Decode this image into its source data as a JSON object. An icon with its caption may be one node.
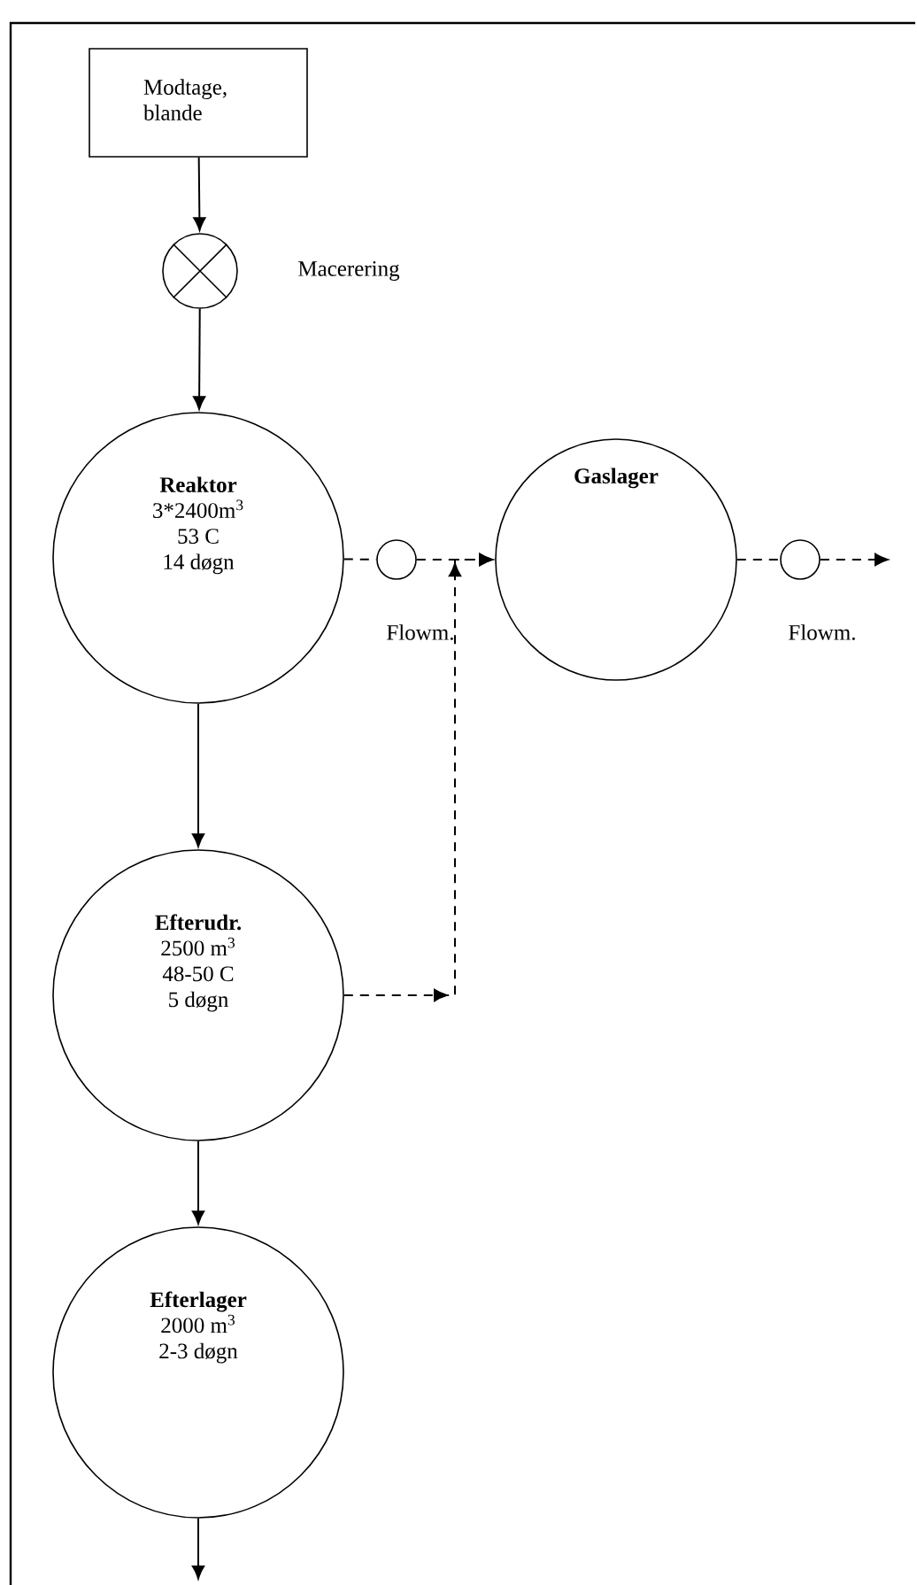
{
  "diagram": {
    "nodes": [
      {
        "text": [
          "Modtage, blande"
        ]
      },
      {
        "text": [],
        "shape": "circle",
        "beside": [
          "Macerering"
        ]
      },
      {
        "text": [
          "Reaktor",
          "3*2400m$^{3}$",
          "53 C",
          "14 døgn"
        ]
      },
      {
        "text": [
          "Gaslager"
        ]
      },
      {
        "text": [
          "Efterudr.",
          "2500 m$^{3}$",
          "48-50 C",
          "5 døgn"
        ]
      },
      {
        "text": [
          "Efterlager",
          "2000 m$^{3}$",
          "2-3 døgn"
        ]
      },
      {
        "text": [],
        "shape": "circle",
        "beside": [
          "Flowm."
        ]
      },
      {
        "text": [],
        "shape": "circle",
        "beside": [
          "Flowm."
        ]
      }
    ],
    "edges": [
      {
        "from": 0,
        "to": 1,
        "arrow": "to"
      },
      {
        "from": 1,
        "to": 2,
        "arrow": "to"
      },
      {
        "from": 2,
        "to": 6,
        "arrow": "none",
        "style": "dashed"
      },
      {
        "from": 6,
        "to": 3,
        "arrow": "to",
        "style": "dashed"
      },
      {
        "from": 3,
        "to": 7,
        "arrow": "none",
        "style": "dashed"
      },
      {
        "from": 7,
        "to": null,
        "arrow": "to",
        "style": "dashed"
      },
      {
        "from": 2,
        "to": 4,
        "arrow": "to"
      },
      {
        "from": 4,
        "to": 3,
        "arrow": "to",
        "style": "dashed"
      },
      {
        "from": 4,
        "to": 5,
        "arrow": "to"
      },
      {
        "from": 5,
        "to": null,
        "arrow": "to"
      }
    ]
  }
}
